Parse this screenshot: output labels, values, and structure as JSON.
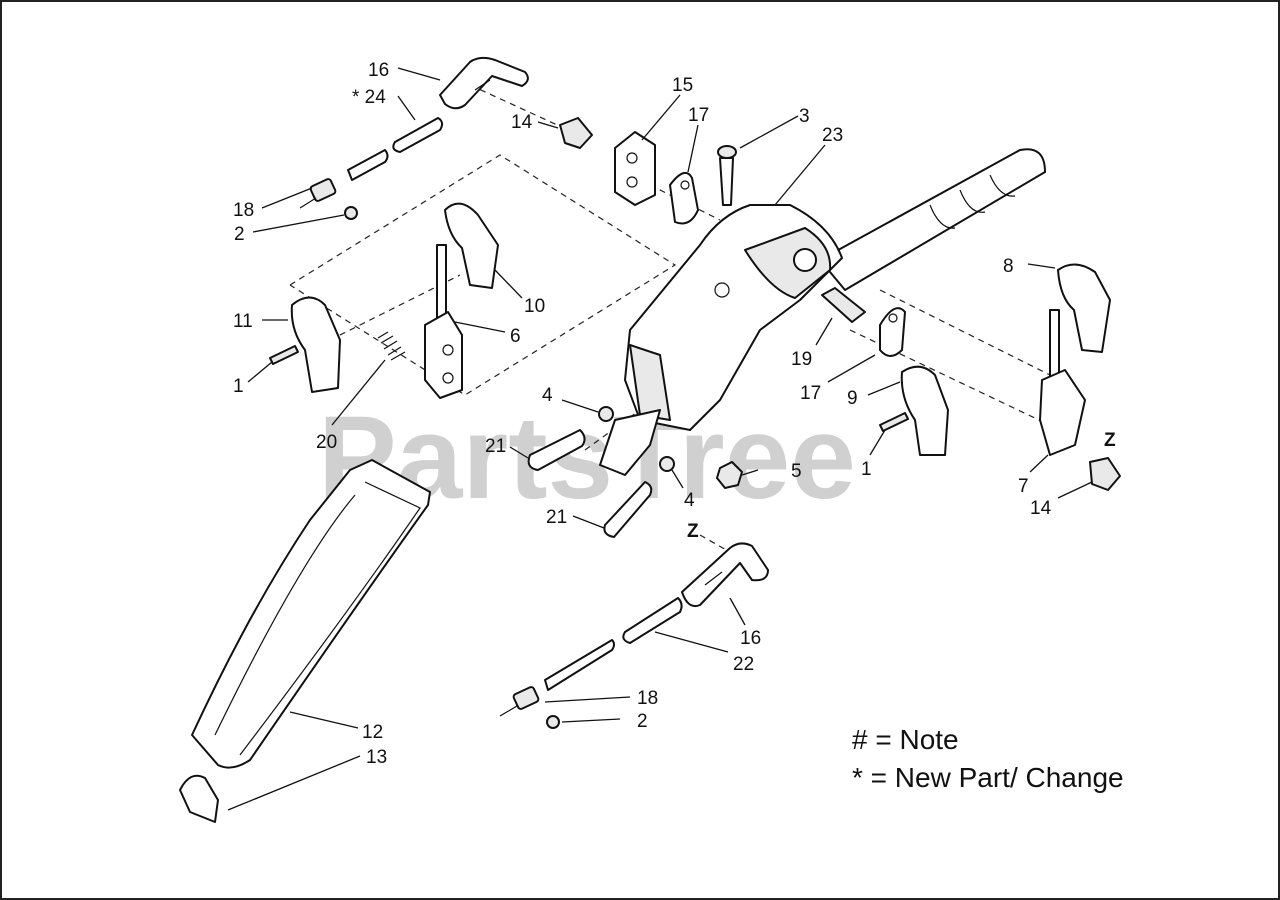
{
  "watermark": "PartsTree",
  "legend": [
    {
      "text": "# = Note"
    },
    {
      "text": "* = New Part/ Change"
    }
  ],
  "callouts": {
    "c16a": "16",
    "c24": "* 24",
    "c14a": "14",
    "c15": "15",
    "c17a": "17",
    "c3": "3",
    "c23": "23",
    "c18a": "18",
    "c2a": "2",
    "c10": "10",
    "c6": "6",
    "c11": "11",
    "c1a": "1",
    "c20": "20",
    "c8": "8",
    "c19": "19",
    "c17b": "17",
    "c9": "9",
    "c4a": "4",
    "c21a": "21",
    "c5": "5",
    "c4b": "4",
    "c21b": "21",
    "c1b": "1",
    "c7": "7",
    "c14b": "14",
    "cz1": "Z",
    "cz2": "Z",
    "c16b": "16",
    "c22": "22",
    "c18b": "18",
    "c2b": "2",
    "c12": "12",
    "c13": "13"
  }
}
